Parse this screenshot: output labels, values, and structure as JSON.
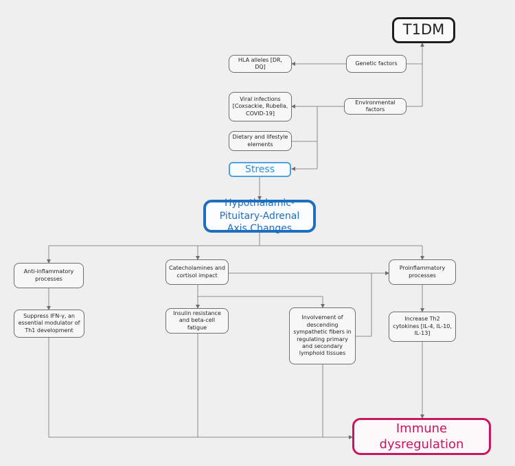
{
  "nodes": {
    "t1dm": "T1DM",
    "hla": "HLA alleles [DR, DQ]",
    "genetic": "Genetic factors",
    "viral": "Viral infections [Coxsackie, Rubella, COVID-19]",
    "environmental": "Environmental factors",
    "dietary": "Dietary and lifestyle elements",
    "stress": "Stress",
    "hpa": "Hypothalamic-Pituitary-Adrenal Axis Changes",
    "anti_inflammatory": "Anti-inflammatory processes",
    "catecholamines": "Catecholamines and cortisol impact",
    "proinflammatory": "Proinflammatory processes",
    "suppress_ifn": "Suppress IFN-γ, an essential modulator of Th1 development",
    "insulin": "Insulin resistance and beta-cell fatigue",
    "sympathetic": "Involvement of descending sympathetic fibers in regulating primary and secondary lymphoid tissues",
    "th2": "Increase Th2 cytokines [IL-4, IL-10, IL-13]",
    "immune": "Immune dysregulation"
  },
  "colors": {
    "connector": "#6e6e6e",
    "stress": "#4aa3e0",
    "hpa": "#1f6fbf",
    "immune": "#c9145e",
    "t1dm_border": "#1e1e1e"
  }
}
